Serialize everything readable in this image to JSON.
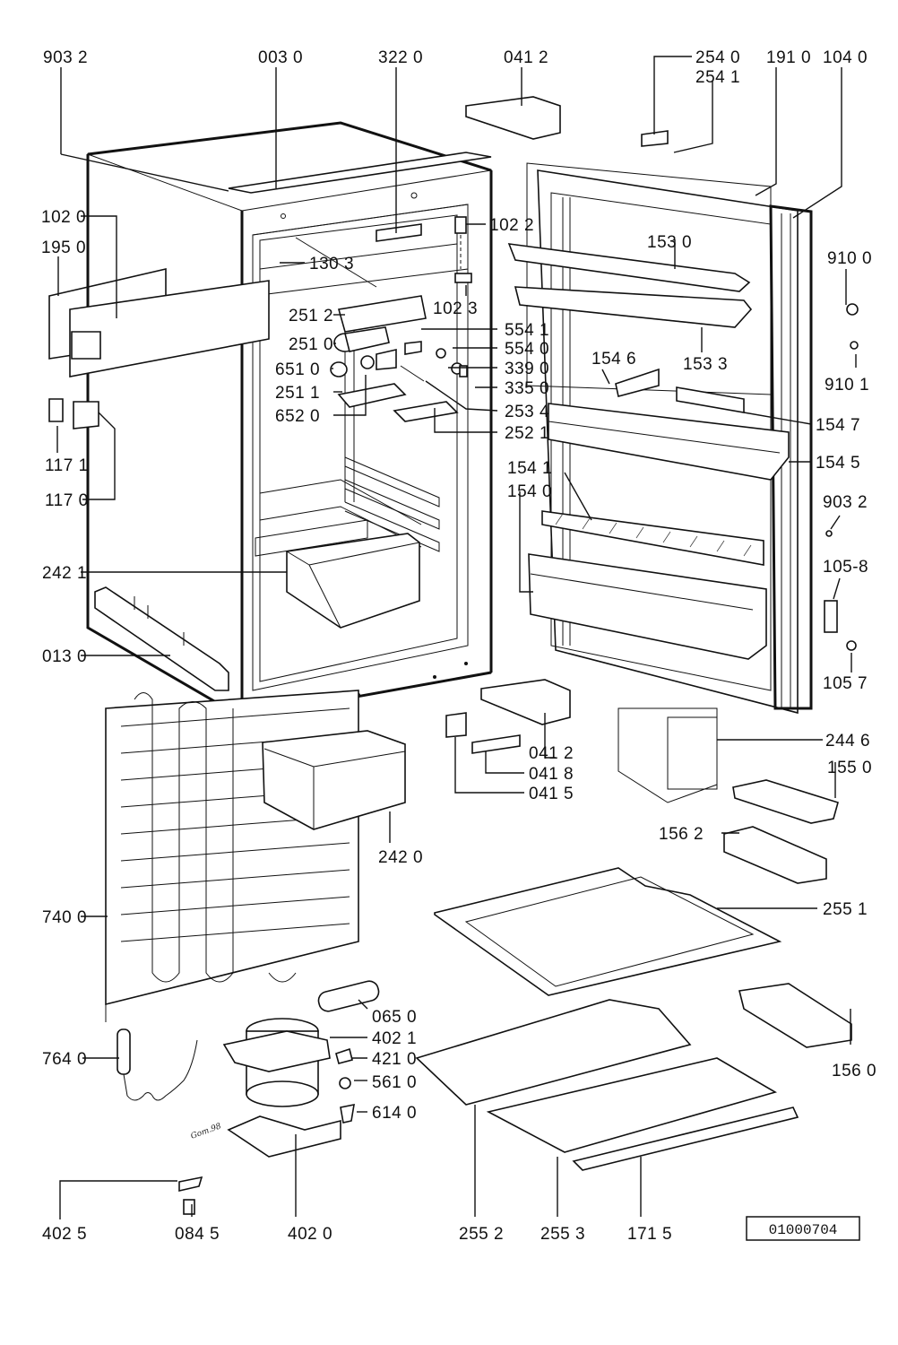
{
  "diagram": {
    "title": "Refrigerator exploded parts diagram",
    "reference_number": "01000704",
    "signature": "Gom.98"
  },
  "labels": {
    "p903_2_top": "903 2",
    "p003_0": "003 0",
    "p322_0": "322 0",
    "p041_2_top": "041 2",
    "p254_0": "254 0",
    "p254_1": "254 1",
    "p191_0": "191 0",
    "p104_0": "104 0",
    "p102_0": "102 0",
    "p195_0": "195 0",
    "p102_2": "102 2",
    "p130_3": "130 3",
    "p102_3": "102 3",
    "p153_0": "153 0",
    "p153_3": "153 3",
    "p910_0": "910 0",
    "p910_1": "910 1",
    "p251_2": "251 2",
    "p251_0": "251 0",
    "p651_0": "651 0",
    "p251_1": "251 1",
    "p652_0": "652 0",
    "p554_1": "554 1",
    "p554_0": "554 0",
    "p339_0": "339 0",
    "p335_0": "335 0",
    "p253_4": "253 4",
    "p252_1": "252 1",
    "p154_6": "154 6",
    "p154_7": "154 7",
    "p154_5": "154 5",
    "p154_1": "154 1",
    "p154_0": "154 0",
    "p903_2_right": "903 2",
    "p105_8": "105-8",
    "p105_7": "105 7",
    "p117_1": "117 1",
    "p117_0": "117 0",
    "p242_1": "242 1",
    "p013_0": "013 0",
    "p041_2_mid": "041 2",
    "p041_8": "041 8",
    "p041_5": "041 5",
    "p244_6": "244 6",
    "p155_0": "155 0",
    "p156_2": "156 2",
    "p242_0": "242 0",
    "p255_1": "255 1",
    "p740_0": "740 0",
    "p065_0": "065 0",
    "p402_1": "402 1",
    "p421_0": "421 0",
    "p561_0": "561 0",
    "p614_0": "614 0",
    "p764_0": "764 0",
    "p156_0": "156 0",
    "p402_5": "402 5",
    "p084_5": "084 5",
    "p402_0": "402 0",
    "p255_2": "255 2",
    "p255_3": "255 3",
    "p171_5": "171 5"
  }
}
